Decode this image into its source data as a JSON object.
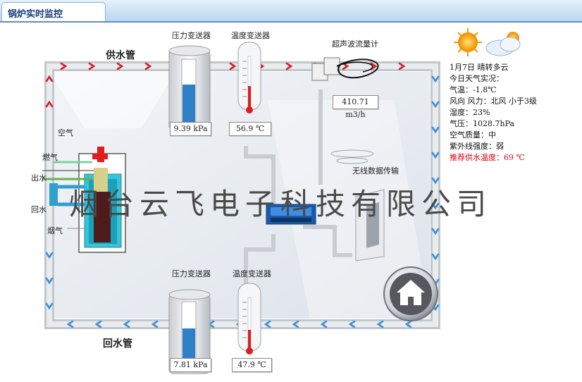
{
  "tab": {
    "title": "锅炉实时监控"
  },
  "pipes": {
    "supply_label": "供水管",
    "return_label": "回水管"
  },
  "boiler": {
    "air_label": "空气",
    "gas_label": "燃气",
    "outlet_label": "出水",
    "return_label": "回水",
    "flue_label": "烟气"
  },
  "sensors": {
    "supply_pressure": {
      "title": "压力变送器",
      "value": "9.39 kPa",
      "level": 0.62
    },
    "supply_temperature": {
      "title": "温度变送器",
      "value": "56.9 ℃"
    },
    "flow_meter": {
      "title": "超声波流量计",
      "value": "410.71 m3/h"
    },
    "wireless": {
      "title": "无线数据传输"
    },
    "return_pressure": {
      "title": "压力变送器",
      "value": "7.81 kPa",
      "level": 0.6
    },
    "return_temperature": {
      "title": "温度变送器",
      "value": "47.9 ℃"
    }
  },
  "weather": {
    "date": "1月7日  晴转多云",
    "heading": "今日天气实况：",
    "temperature": "气温：-1.8℃",
    "wind": "风向 风力：北风  小于3级",
    "humidity": "湿度：23%",
    "pressure": "气压：1028.7hPa",
    "air_quality": "空气质量：中",
    "uv": "紫外线强度：弱",
    "recommended": "推荐供水温度：69 ℃",
    "icons": [
      "sun-icon",
      "partly-cloudy-icon"
    ]
  },
  "watermark": "烟台云飞电子科技有限公司",
  "colors": {
    "supply_arrow": "#d0202a",
    "return_arrow": "#3a8fd8",
    "tab_text": "#17407a"
  }
}
